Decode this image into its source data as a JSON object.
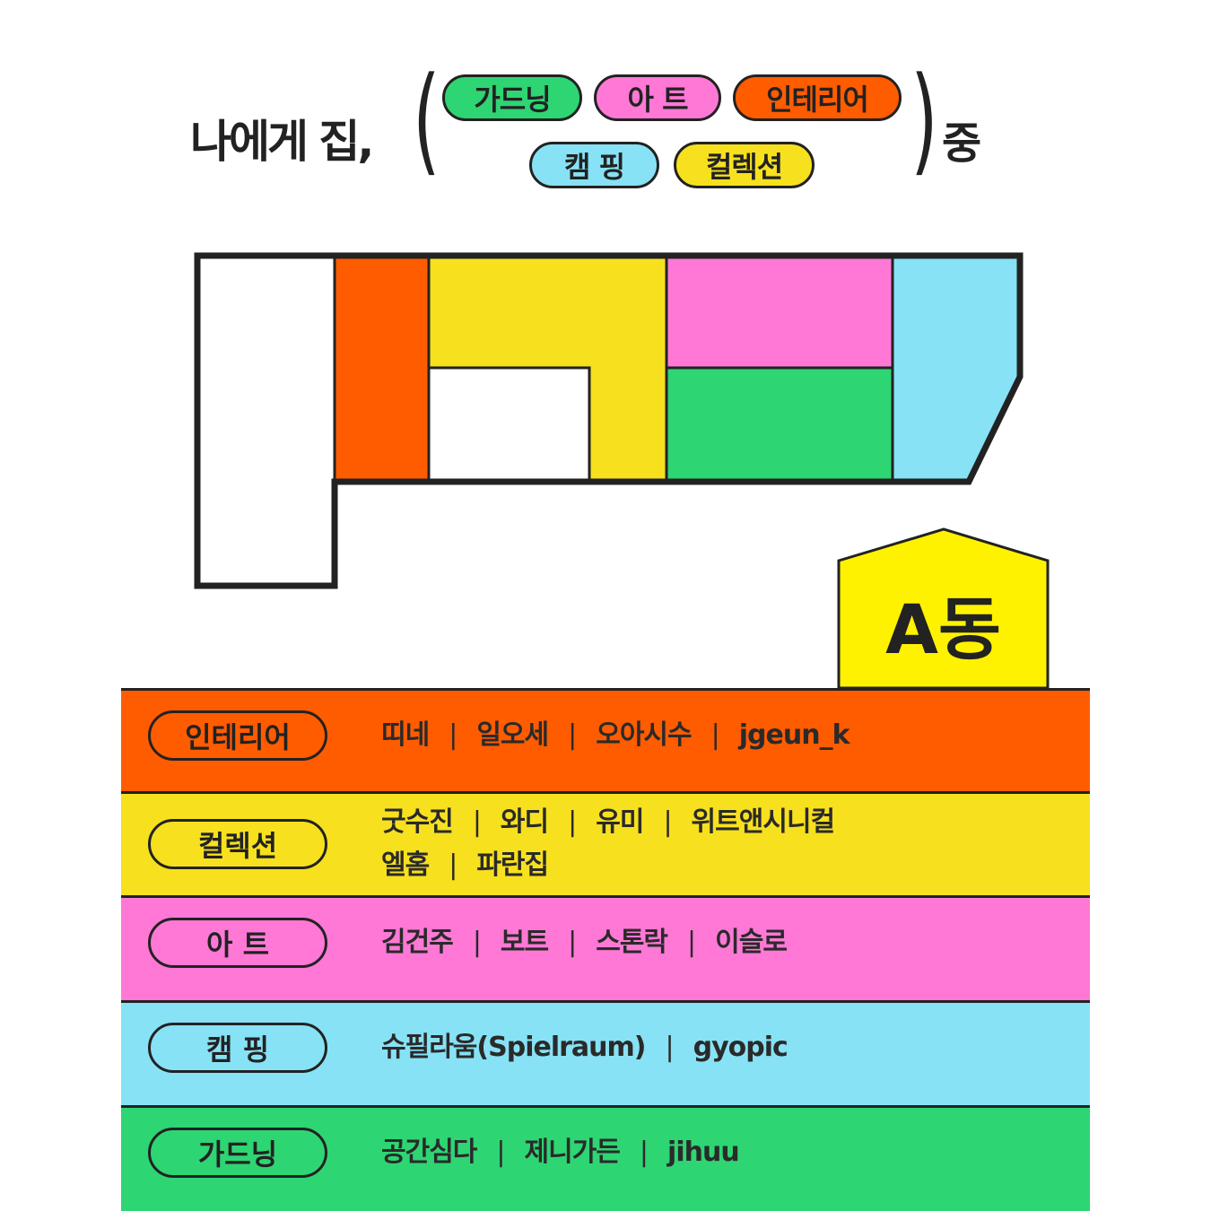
{
  "header": {
    "title": "나에게 집,",
    "open_paren": "(",
    "close_paren": ")",
    "suffix": "중",
    "categories": [
      {
        "label": "가드닝",
        "color": "#2ed573"
      },
      {
        "label": "아 트",
        "color": "#ff78d6"
      },
      {
        "label": "인테리어",
        "color": "#ff5c00"
      },
      {
        "label": "캠 핑",
        "color": "#87e2f5"
      },
      {
        "label": "컬렉션",
        "color": "#f7e01e"
      }
    ]
  },
  "building": {
    "label": "A동",
    "color": "#fff200"
  },
  "rows": [
    {
      "category": "인테리어",
      "color": "#ff5c00",
      "lines": [
        [
          "띠네",
          "일오세",
          "오아시수",
          "jgeun_k"
        ]
      ]
    },
    {
      "category": "컬렉션",
      "color": "#f7e01e",
      "lines": [
        [
          "굿수진",
          "와디",
          "유미",
          "위트앤시니컬"
        ],
        [
          "엘홈",
          "파란집"
        ]
      ]
    },
    {
      "category": "아 트",
      "color": "#ff78d6",
      "lines": [
        [
          "김건주",
          "보트",
          "스톤락",
          "이슬로"
        ]
      ]
    },
    {
      "category": "캠 핑",
      "color": "#87e2f5",
      "lines": [
        [
          "슈필라움(Spielraum)",
          "gyopic"
        ]
      ]
    },
    {
      "category": "가드닝",
      "color": "#2ed573",
      "lines": [
        [
          "공간심다",
          "제니가든",
          "jihuu"
        ]
      ]
    }
  ],
  "separator": "|"
}
